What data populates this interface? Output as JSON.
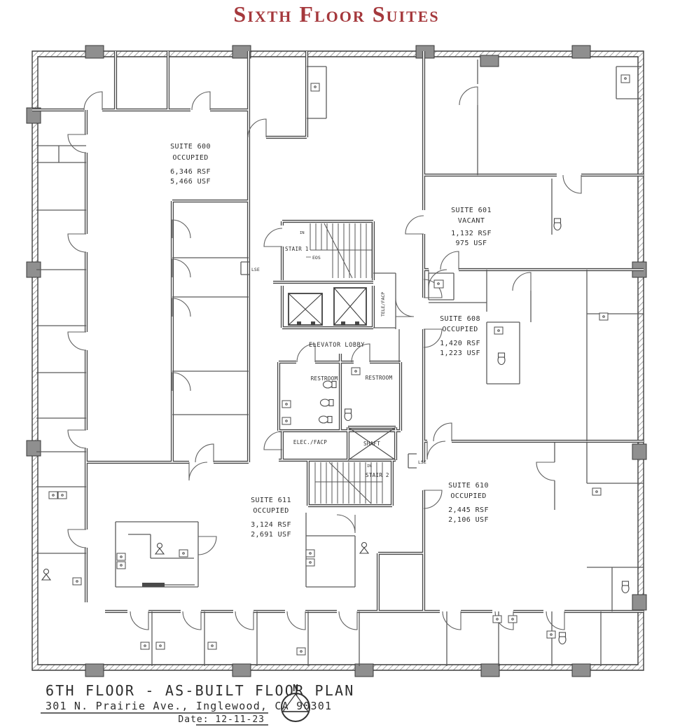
{
  "title": "Sixth Floor Suites",
  "plan": {
    "suites": [
      {
        "id": "600",
        "name": "SUITE 600",
        "status": "OCCUPIED",
        "rsf": "6,346 RSF",
        "usf": "5,466 USF"
      },
      {
        "id": "601",
        "name": "SUITE 601",
        "status": "VACANT",
        "rsf": "1,132 RSF",
        "usf": "975 USF"
      },
      {
        "id": "608",
        "name": "SUITE 608",
        "status": "OCCUPIED",
        "rsf": "1,420 RSF",
        "usf": "1,223 USF"
      },
      {
        "id": "610",
        "name": "SUITE 610",
        "status": "OCCUPIED",
        "rsf": "2,445 RSF",
        "usf": "2,106 USF"
      },
      {
        "id": "611",
        "name": "SUITE 611",
        "status": "OCCUPIED",
        "rsf": "3,124 RSF",
        "usf": "2,691 USF"
      }
    ],
    "core": {
      "stair1": "STAIR 1",
      "stair1_in": "IN",
      "stair1_eos": "EOS",
      "stair2": "STAIR 2",
      "stair2_in": "IN",
      "tele_facp": "TELE/FACP",
      "elevator_lobby": "ELEVATOR LOBBY",
      "restroom_left": "RESTROOM",
      "restroom_right": "RESTROOM",
      "elec_facp": "ELEC./FACP",
      "shaft": "SHAFT",
      "lse_left": "LSE",
      "lse_right": "LSE"
    }
  },
  "footer": {
    "plan_title": "6TH FLOOR - AS-BUILT FLOOR PLAN",
    "address": "301 N. Prairie Ave., Inglewood, CA 90301",
    "date": "Date: 12-11-23",
    "north": "N"
  },
  "colors": {
    "title": "#a5383c",
    "line": "#4a4a4a",
    "column": "#8f8f8f"
  }
}
